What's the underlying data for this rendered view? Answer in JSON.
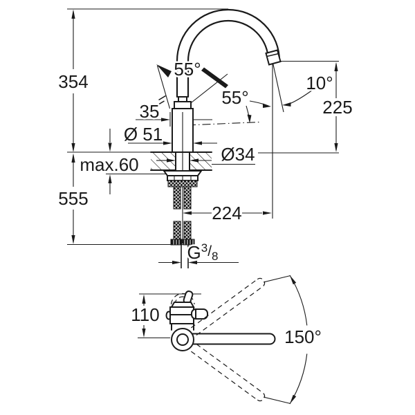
{
  "colors": {
    "line": "#1a1a1a",
    "background": "#ffffff"
  },
  "side_view": {
    "height_to_spout_top": "354",
    "height_below_deck": "555",
    "spout_height": "225",
    "spout_reach": "224",
    "lever_swing_left": "55°",
    "lever_swing_right": "55°",
    "outlet_angle": "10°",
    "lever_offset": "35",
    "body_diameter": "Ø 51",
    "hole_diameter": "Ø34",
    "max_deck_thickness": "max.60",
    "thread_g": "G",
    "thread_numerator": "3",
    "thread_slash": "/",
    "thread_denominator": "8"
  },
  "top_view": {
    "lever_height": "110",
    "swivel_angle": "150°"
  }
}
